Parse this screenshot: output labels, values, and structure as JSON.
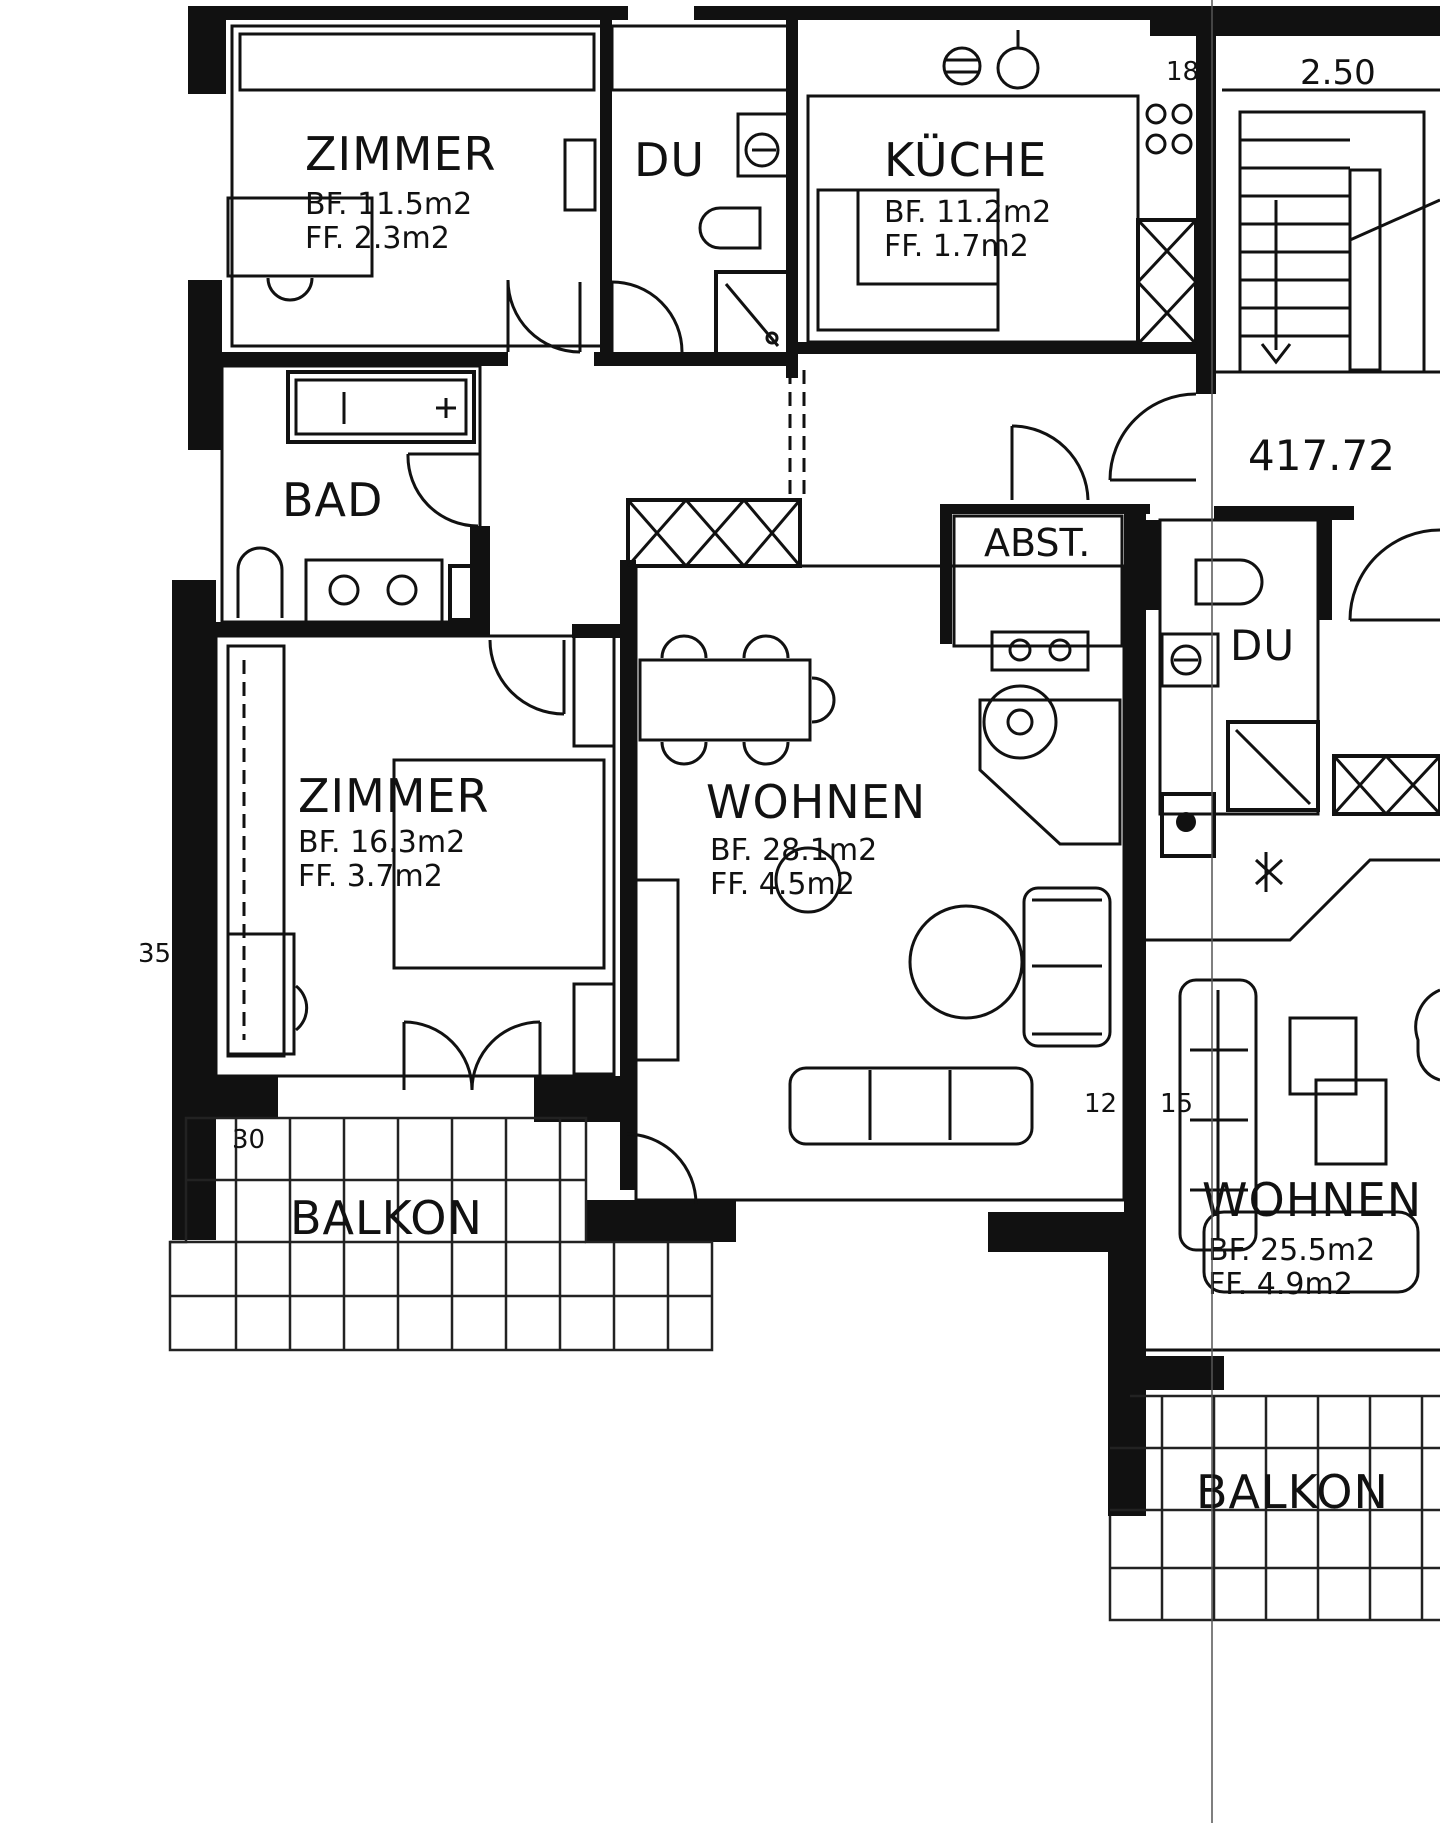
{
  "rooms": {
    "zimmer1": {
      "name": "ZIMMER",
      "bf": "BF. 11.5m2",
      "ff": "FF.  2.3m2"
    },
    "du1": {
      "name": "DU"
    },
    "kueche": {
      "name": "KÜCHE",
      "bf": "BF. 11.2m2",
      "ff": "FF.  1.7m2"
    },
    "bad": {
      "name": "BAD"
    },
    "abst": {
      "name": "ABST."
    },
    "zimmer2": {
      "name": "ZIMMER",
      "bf": "BF. 16.3m2",
      "ff": "FF.  3.7m2"
    },
    "wohnen1": {
      "name": "WOHNEN",
      "bf": "BF. 28.1m2",
      "ff": "FF.  4.5m2"
    },
    "balkon1": {
      "name": "BALKON"
    },
    "du2": {
      "name": "DU"
    },
    "wohnen2": {
      "name": "WOHNEN",
      "bf": "BF. 25.5m2",
      "ff": "FF.  4.9m2"
    },
    "balkon2": {
      "name": "BALKON"
    }
  },
  "dimensions": {
    "d18": "18",
    "d250": "2.50",
    "level": "417.72",
    "d35": "35",
    "d12": "12",
    "d15": "15",
    "d30": "30"
  }
}
